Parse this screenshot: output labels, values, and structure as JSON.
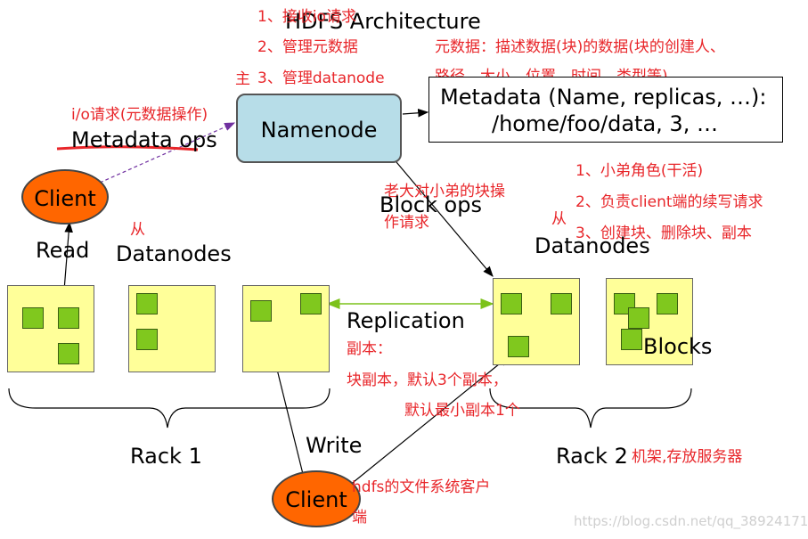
{
  "diagram": {
    "title": "HDFS Architecture",
    "namenode_label": "Namenode",
    "metadata_line1": "Metadata (Name, replicas, …):",
    "metadata_line2": "/home/foo/data, 3, …",
    "metadata_ops_label": "Metadata ops",
    "io_note": "i/o请求(元数据操作)",
    "client_label": "Client",
    "read_label": "Read",
    "write_label": "Write",
    "datanodes_label": "Datanodes",
    "block_ops_label": "Block ops",
    "replication_label": "Replication",
    "blocks_label": "Blocks",
    "rack1_label": "Rack 1",
    "rack2_label": "Rack 2",
    "annotations": {
      "nn_role_1": "1、接收io请求",
      "nn_role_2": "2、管理元数据",
      "nn_role_3": "3、管理datanode",
      "master": "主",
      "metadata_def_1": "元数据：描述数据(块)的数据(块的创建人、",
      "metadata_def_2": "路径、大小、位置、时间、类型等)",
      "dn_role_1": "1、小弟角色(干活)",
      "dn_role_2": "2、负责client端的续写请求",
      "dn_role_3": "3、创建块、删除块、副本",
      "slave_left": "从",
      "slave_right": "从",
      "block_ops_note_1": "老大对小弟的块操",
      "block_ops_note_2": "作请求",
      "replica_title": "副本：",
      "replica_default_1": "块副本，默认3个副本，",
      "replica_default_2": "默认最小副本1个",
      "client_note_1": "hdfs的文件系统客户",
      "client_note_2": "端",
      "rack_note": "机架,存放服务器"
    },
    "watermark": "https://blog.csdn.net/qq_38924171",
    "colors": {
      "namenode_fill": "#b7dde8",
      "client_fill": "#ff6600",
      "rack_fill": "#ffff99",
      "block_fill": "#80c81e",
      "annotation_red": "#e8262a"
    }
  }
}
